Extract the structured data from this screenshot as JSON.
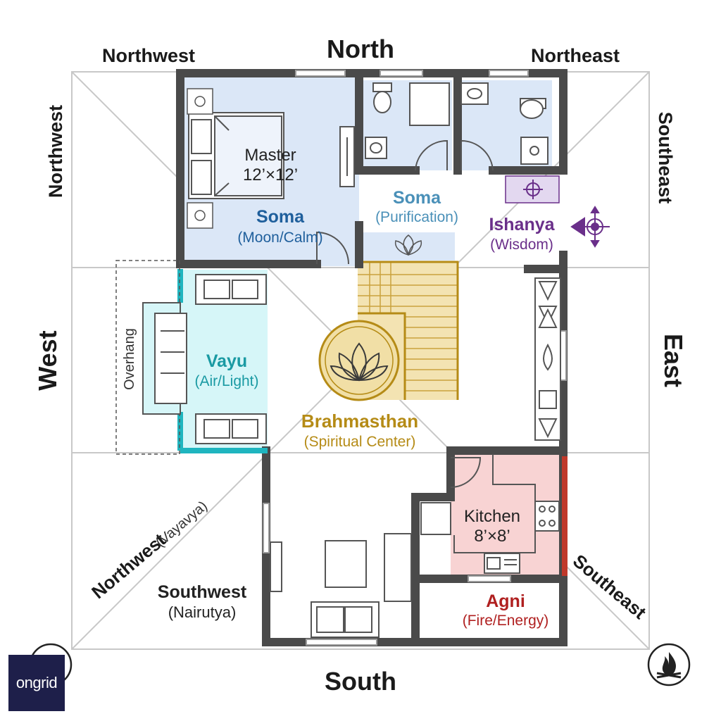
{
  "directions": {
    "north": "North",
    "south": "South",
    "east": "East",
    "west": "West",
    "northwest_top": "Northwest",
    "northwest_side": "Northwest",
    "northeast": "Northeast",
    "southeast_side": "Southeast",
    "southeast_diag": "Southeast",
    "northwest_diag": "Northwest",
    "northwest_diag_sub": "(Vayavya)"
  },
  "rooms": {
    "master": {
      "name": "Master",
      "size": "12’×12’"
    },
    "kitchen": {
      "name": "Kitchen",
      "size": "8’×8’"
    },
    "overhang": "Overhang"
  },
  "zones": {
    "soma_master": {
      "name": "Soma",
      "desc": "(Moon/Calm)"
    },
    "soma_bath": {
      "name": "Soma",
      "desc": "(Purification)"
    },
    "ishanya": {
      "name": "Ishanya",
      "desc": "(Wisdom)"
    },
    "vayu": {
      "name": "Vayu",
      "desc": "(Air/Light)"
    },
    "brahmasthan": {
      "name": "Brahmasthan",
      "desc": "(Spiritual Center)"
    },
    "southwest": {
      "name": "Southwest",
      "desc": "(Nairutya)"
    },
    "agni": {
      "name": "Agni",
      "desc": "(Fire/Energy)"
    }
  },
  "icons": [
    "lotus-icon",
    "compass-icon",
    "fire-icon",
    "toilet-icon",
    "stove-icon",
    "sink-icon"
  ],
  "colors": {
    "wall": "#4a4a4a",
    "soma": "#dbe7f7",
    "vayu": "#d6f6f8",
    "vayu_accent": "#1fb5bf",
    "agni": "#f8d3d3",
    "agni_accent": "#c0392b",
    "brahmasthan": "#b58b16",
    "stairs": "#f3e3b2",
    "ishanya": "#6a2f8a",
    "soma_text": "#1f5f9c"
  },
  "brand": "ongrid"
}
